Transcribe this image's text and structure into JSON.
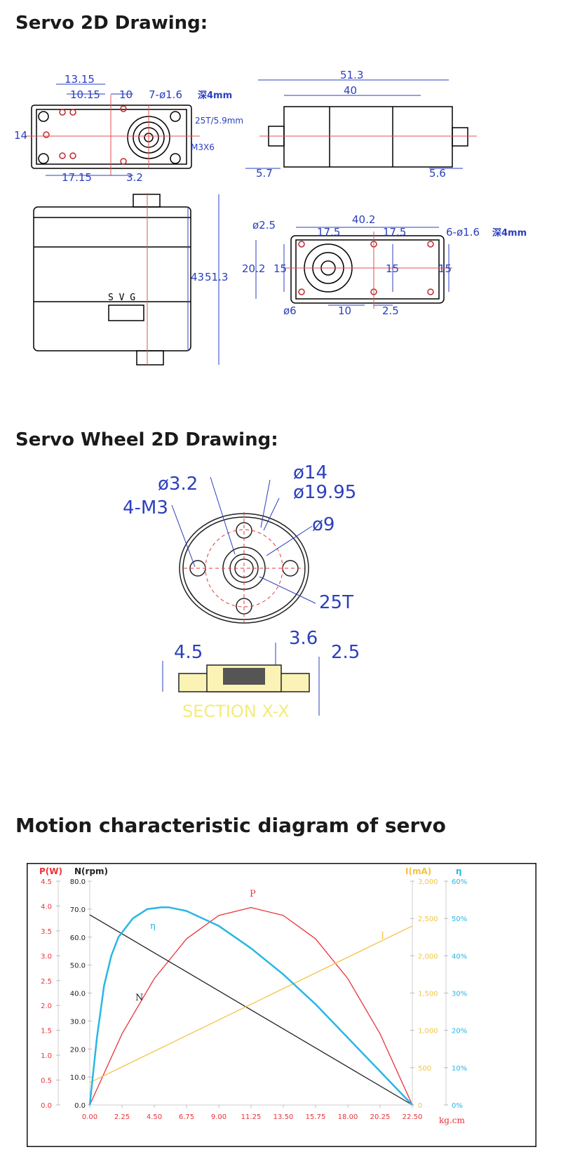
{
  "sections": {
    "servo_drawing_title": "Servo 2D Drawing:",
    "wheel_drawing_title": "Servo Wheel 2D Drawing:",
    "motion_title": "Motion characteristic diagram of servo"
  },
  "servo_drawing": {
    "top_view": {
      "dims": [
        "13.15",
        "10.15",
        "10",
        "7-ø1.6",
        "深4mm",
        "25T/5.9mm",
        "14",
        "M3X6",
        "17.15",
        "3.2"
      ]
    },
    "side_view": {
      "dims": [
        "51.3",
        "40",
        "5.7",
        "5.6"
      ]
    },
    "front_view": {
      "dims": [
        "43",
        "51.3"
      ],
      "connector_label": "S V G"
    },
    "bottom_view": {
      "dims": [
        "ø2.5",
        "40.2",
        "17.5",
        "17.5",
        "6-ø1.6",
        "深4mm",
        "20.2",
        "15",
        "15",
        "15",
        "ø6",
        "10",
        "2.5"
      ]
    }
  },
  "wheel_drawing": {
    "dims": [
      "ø3.2",
      "4-M3",
      "ø14",
      "ø19.95",
      "ø9",
      "25T",
      "4.5",
      "3.6",
      "2.5"
    ],
    "section_label": "SECTION X-X"
  },
  "chart_data": {
    "type": "line",
    "title": "",
    "xlabel": "kg.cm",
    "x_ticks": [
      "0.00",
      "2.25",
      "4.50",
      "6.75",
      "9.00",
      "11.25",
      "13.50",
      "15.75",
      "18.00",
      "20.25",
      "22.50"
    ],
    "xlim": [
      0,
      22.5
    ],
    "axes": {
      "P": {
        "label": "P(W)",
        "ticks": [
          "0.0",
          "0.5",
          "1.0",
          "1.5",
          "2.0",
          "2.5",
          "3.0",
          "3.5",
          "4.0",
          "4.5"
        ],
        "range": [
          0,
          4.5
        ],
        "color": "#e8333a"
      },
      "N": {
        "label": "N(rpm)",
        "ticks": [
          "0.0",
          "10.0",
          "20.0",
          "30.0",
          "40.0",
          "50.0",
          "60.0",
          "70.0",
          "80.0"
        ],
        "range": [
          0,
          80
        ],
        "color": "#222222"
      },
      "I": {
        "label": "I(mA)",
        "ticks": [
          "0",
          "500",
          "1,000",
          "1,500",
          "2,000",
          "2,500",
          "3,000"
        ],
        "range": [
          0,
          3000
        ],
        "color": "#f5c342"
      },
      "eta": {
        "label": "η",
        "ticks": [
          "0%",
          "10%",
          "20%",
          "30%",
          "40%",
          "50%",
          "60%"
        ],
        "range": [
          0,
          60
        ],
        "color": "#29b6e5"
      }
    },
    "series": [
      {
        "name": "P",
        "axis": "P",
        "color": "#e8333a",
        "x": [
          0,
          2.25,
          4.5,
          6.75,
          9,
          11.25,
          13.5,
          15.75,
          18,
          20.25,
          22.5
        ],
        "values": [
          0,
          1.43,
          2.54,
          3.34,
          3.81,
          3.97,
          3.81,
          3.34,
          2.54,
          1.43,
          0
        ]
      },
      {
        "name": "N",
        "axis": "N",
        "color": "#222222",
        "x": [
          0,
          22.5
        ],
        "values": [
          68,
          0
        ]
      },
      {
        "name": "I",
        "axis": "I",
        "color": "#f5c342",
        "x": [
          0,
          22.5
        ],
        "values": [
          300,
          2400
        ]
      },
      {
        "name": "η",
        "axis": "eta",
        "color": "#29b6e5",
        "x": [
          0,
          0.5,
          1,
          1.5,
          2,
          3,
          4,
          5,
          5.5,
          6.75,
          9,
          11.25,
          13.5,
          15.75,
          18,
          20.25,
          22.5
        ],
        "values": [
          0,
          18,
          32,
          40,
          45,
          50,
          52.5,
          53,
          53,
          52,
          48,
          42,
          35,
          27,
          18,
          9,
          0
        ]
      }
    ],
    "series_labels": [
      "P",
      "N",
      "I",
      "η"
    ]
  }
}
